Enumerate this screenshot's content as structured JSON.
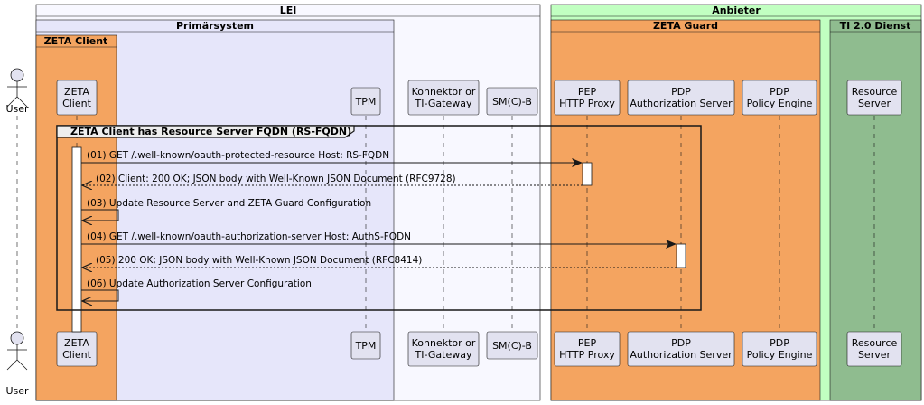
{
  "boxes": {
    "lei": "LEI",
    "primaersystem": "Primärsystem",
    "zeta_client_box": "ZETA Client",
    "anbieter": "Anbieter",
    "zeta_guard": "ZETA Guard",
    "ti_dienst": "TI 2.0 Dienst"
  },
  "participants": {
    "user": "User",
    "zeta_client": [
      "ZETA",
      "Client"
    ],
    "tpm": "TPM",
    "konnektor": [
      "Konnektor or",
      "TI-Gateway"
    ],
    "smcb": "SM(C)-B",
    "pep": [
      "PEP",
      "HTTP Proxy"
    ],
    "pdp_as": [
      "PDP",
      "Authorization Server"
    ],
    "pdp_pe": [
      "PDP",
      "Policy Engine"
    ],
    "resource_server": [
      "Resource",
      "Server"
    ]
  },
  "group_label": "ZETA Client has Resource Server FQDN (RS-FQDN)",
  "messages": [
    "(01) GET /.well-known/oauth-protected-resource Host: RS-FQDN",
    "(02) Client: 200 OK; JSON body with Well-Known JSON Document (RFC9728)",
    "(03) Update Resource Server and ZETA Guard Configuration",
    "(04) GET /.well-known/oauth-authorization-server Host: AuthS-FQDN",
    "(05) 200 OK; JSON body with Well-Known JSON Document (RFC8414)",
    "(06) Update Authorization Server Configuration"
  ],
  "colors": {
    "lei_bg": "#F8F8FF",
    "primaer_bg": "#E6E6FA",
    "zeta_bg": "#F4A460",
    "anbieter_bg": "#C1FFC1",
    "ti_bg": "#8FBC8F",
    "participant_bg": "#E2E2F0"
  }
}
